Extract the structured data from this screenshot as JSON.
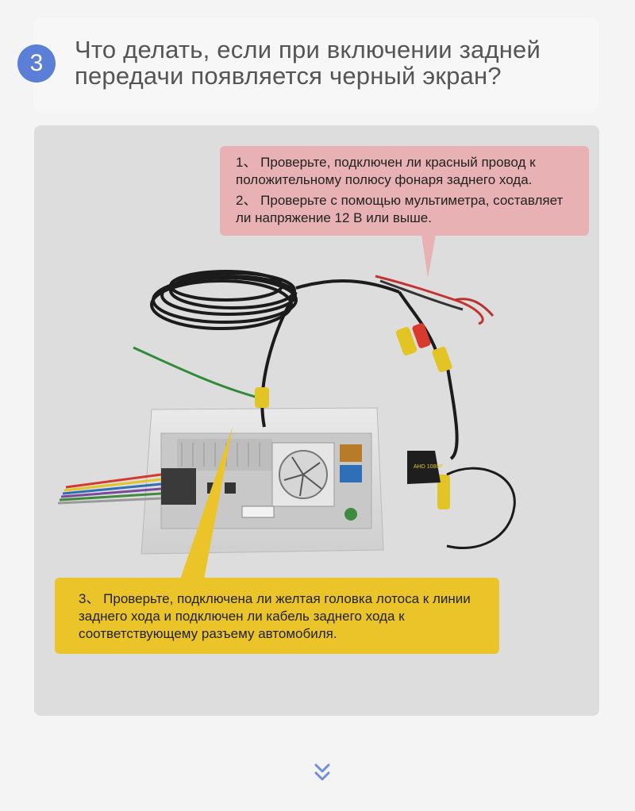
{
  "header": {
    "step_number": "3",
    "title": "Что делать, если при включении задней передачи появляется черный экран?"
  },
  "callouts": {
    "red": {
      "item1": "1、 Проверьте, подключен ли красный провод к положительному полюсу фонаря заднего хода.",
      "item2": "2、 Проверьте с помощью мультиметра, составляет ли напряжение 12 В или выше."
    },
    "yellow": {
      "item3": "3、 Проверьте, подключена ли желтая головка лотоса к линии заднего хода и подключен ли кабель заднего хода к соответствующему разъему автомобиля."
    }
  },
  "camera_label": "AHD 1080P",
  "colors": {
    "badge": "#5b7fd6",
    "red_callout": "#e8b1b3",
    "yellow_callout": "#ebc42a",
    "panel": "#dddddd",
    "scroll_hint": "#6f8fdc"
  },
  "icons": {
    "scroll": "double-chevron-down-icon"
  }
}
